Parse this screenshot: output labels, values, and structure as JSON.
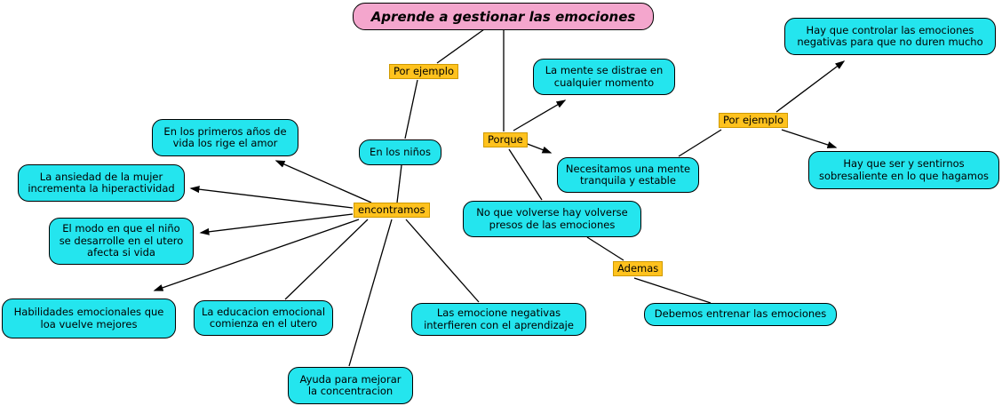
{
  "title": "Aprende a gestionar las emociones",
  "colors": {
    "node_fill": "#24E5EE",
    "label_fill": "#FFC21E",
    "title_fill": "#F4A6CD",
    "line": "#000000"
  },
  "connector_labels": {
    "por_ejemplo_left": "Por ejemplo",
    "porque": "Porque",
    "por_ejemplo_right": "Por ejemplo",
    "encontramos": "encontramos",
    "ademas": "Ademas"
  },
  "nodes": {
    "en_los_ninos": "En los niños",
    "la_mente": "La mente se distrae en cualquier momento",
    "hay_controlar": "Hay que controlar las emociones negativas para que no duren mucho",
    "necesitamos": "Necesitamos una mente tranquila y estable",
    "hay_ser": "Hay que ser y sentirnos sobresaliente en lo que hagamos",
    "no_volverse": "No  que volverse hay volverse presos de las emociones",
    "debemos": "Debemos entrenar las emociones",
    "en_primeros": "En los primeros años de vida los rige el amor",
    "ansiedad": "La ansiedad de la mujer incrementa la hiperactividad",
    "el_modo": "El modo en que el niño se desarrolle en el utero afecta si vida",
    "habilidades": "Habilidades emocionales que loa vuelve mejores",
    "educacion": "La educacion emocional comienza en el utero",
    "las_emociones": "Las emocione negativas interfieren con el aprendizaje",
    "ayuda": "Ayuda para mejorar la concentracion"
  },
  "edges": [
    {
      "from": "title",
      "via": "Por ejemplo",
      "to": "En los niños"
    },
    {
      "from": "En los niños",
      "via": "encontramos",
      "to": "En los primeros años de vida los rige el amor"
    },
    {
      "from": "En los niños",
      "via": "encontramos",
      "to": "La ansiedad de la mujer incrementa la hiperactividad"
    },
    {
      "from": "En los niños",
      "via": "encontramos",
      "to": "El modo en que el niño se desarrolle en el utero afecta si vida"
    },
    {
      "from": "En los niños",
      "via": "encontramos",
      "to": "Habilidades emocionales que loa vuelve mejores"
    },
    {
      "from": "En los niños",
      "via": "encontramos",
      "to": "La educacion emocional comienza en el utero"
    },
    {
      "from": "En los niños",
      "via": "encontramos",
      "to": "Ayuda para mejorar la concentracion"
    },
    {
      "from": "En los niños",
      "via": "encontramos",
      "to": "Las emocione negativas interfieren con el aprendizaje"
    },
    {
      "from": "title",
      "via": "Porque",
      "to": "La mente se distrae en cualquier momento"
    },
    {
      "from": "title",
      "via": "Porque",
      "to": "Necesitamos una mente tranquila y estable"
    },
    {
      "from": "title",
      "via": "Porque",
      "to": "No  que volverse hay volverse presos de las emociones"
    },
    {
      "from": "Necesitamos una mente tranquila y estable",
      "via": "Por ejemplo",
      "to": "Hay que controlar las emociones negativas para que no duren mucho"
    },
    {
      "from": "Necesitamos una mente tranquila y estable",
      "via": "Por ejemplo",
      "to": "Hay que ser y sentirnos sobresaliente en lo que hagamos"
    },
    {
      "from": "No  que volverse hay volverse presos de las emociones",
      "via": "Ademas",
      "to": "Debemos entrenar las emociones"
    }
  ]
}
